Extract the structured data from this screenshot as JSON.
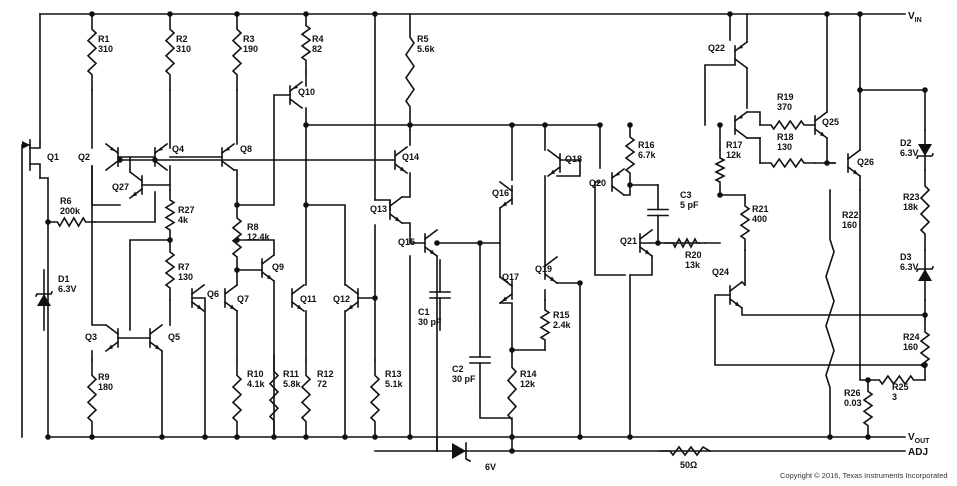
{
  "rails": {
    "vin": "V",
    "vin_sub": "IN",
    "vout": "V",
    "vout_sub": "OUT",
    "adj": "ADJ"
  },
  "resistors": [
    {
      "id": "R1",
      "name": "R1",
      "value": "310"
    },
    {
      "id": "R2",
      "name": "R2",
      "value": "310"
    },
    {
      "id": "R3",
      "name": "R3",
      "value": "190"
    },
    {
      "id": "R4",
      "name": "R4",
      "value": "82"
    },
    {
      "id": "R5",
      "name": "R5",
      "value": "5.6k"
    },
    {
      "id": "R6",
      "name": "R6",
      "value": "200k"
    },
    {
      "id": "R7",
      "name": "R7",
      "value": "130"
    },
    {
      "id": "R8",
      "name": "R8",
      "value": "12.4k"
    },
    {
      "id": "R9",
      "name": "R9",
      "value": "180"
    },
    {
      "id": "R10",
      "name": "R10",
      "value": "4.1k"
    },
    {
      "id": "R11",
      "name": "R11",
      "value": "5.8k"
    },
    {
      "id": "R12",
      "name": "R12",
      "value": "72"
    },
    {
      "id": "R13",
      "name": "R13",
      "value": "5.1k"
    },
    {
      "id": "R14",
      "name": "R14",
      "value": "12k"
    },
    {
      "id": "R15",
      "name": "R15",
      "value": "2.4k"
    },
    {
      "id": "R16",
      "name": "R16",
      "value": "6.7k"
    },
    {
      "id": "R17",
      "name": "R17",
      "value": "12k"
    },
    {
      "id": "R18",
      "name": "R18",
      "value": "130"
    },
    {
      "id": "R19",
      "name": "R19",
      "value": "370"
    },
    {
      "id": "R20",
      "name": "R20",
      "value": "13k"
    },
    {
      "id": "R21",
      "name": "R21",
      "value": "400"
    },
    {
      "id": "R22",
      "name": "R22",
      "value": "160"
    },
    {
      "id": "R23",
      "name": "R23",
      "value": "18k"
    },
    {
      "id": "R24",
      "name": "R24",
      "value": "160"
    },
    {
      "id": "R25",
      "name": "R25",
      "value": "3"
    },
    {
      "id": "R26",
      "name": "R26",
      "value": "0.03"
    },
    {
      "id": "R27",
      "name": "R27",
      "value": "4k"
    },
    {
      "id": "R50",
      "name": "",
      "value": "50Ω"
    }
  ],
  "capacitors": [
    {
      "id": "C1",
      "name": "C1",
      "value": "30 pF"
    },
    {
      "id": "C2",
      "name": "C2",
      "value": "30 pF"
    },
    {
      "id": "C3",
      "name": "C3",
      "value": "5 pF"
    }
  ],
  "diodes": [
    {
      "id": "D1",
      "name": "D1",
      "value": "6.3V"
    },
    {
      "id": "D2",
      "name": "D2",
      "value": "6.3V"
    },
    {
      "id": "D3",
      "name": "D3",
      "value": "6.3V"
    },
    {
      "id": "D6V",
      "name": "",
      "value": "6V"
    }
  ],
  "transistors": [
    "Q1",
    "Q2",
    "Q3",
    "Q4",
    "Q5",
    "Q6",
    "Q7",
    "Q8",
    "Q9",
    "Q10",
    "Q11",
    "Q12",
    "Q13",
    "Q14",
    "Q15",
    "Q16",
    "Q17",
    "Q18",
    "Q19",
    "Q20",
    "Q21",
    "Q22",
    "Q24",
    "Q25",
    "Q26",
    "Q27"
  ],
  "copyright": "Copyright © 2016, Texas Instruments Incorporated"
}
